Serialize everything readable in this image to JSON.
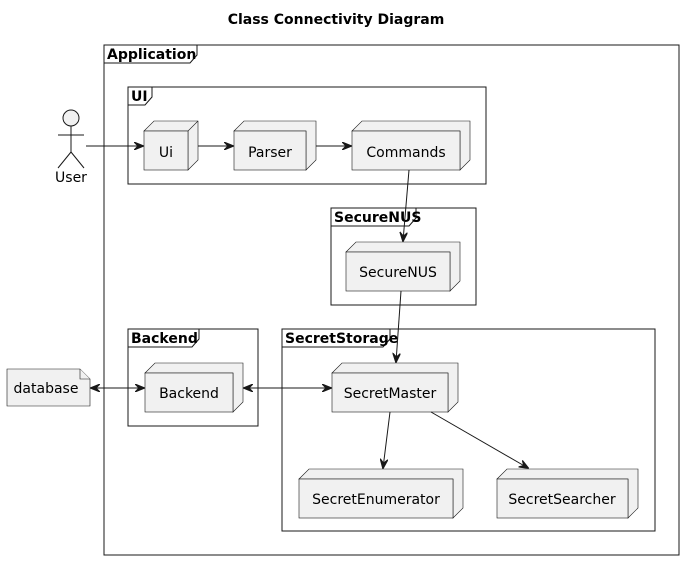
{
  "title": "Class Connectivity Diagram",
  "frames": {
    "application": "Application",
    "ui": "UI",
    "securenus": "SecureNUS",
    "backend": "Backend",
    "secretstorage": "SecretStorage"
  },
  "nodes": {
    "ui": "Ui",
    "parser": "Parser",
    "commands": "Commands",
    "securenus": "SecureNUS",
    "backend": "Backend",
    "secretmaster": "SecretMaster",
    "secretenumerator": "SecretEnumerator",
    "secretsearcher": "SecretSearcher"
  },
  "actor": {
    "label": "User"
  },
  "file": {
    "label": "database"
  }
}
